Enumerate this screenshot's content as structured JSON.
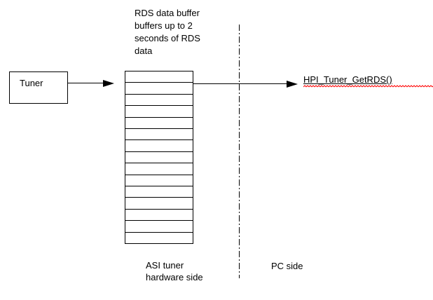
{
  "diagram": {
    "buffer_note": "RDS data buffer\nbuffers up to 2\nseconds of RDS\ndata",
    "tuner": {
      "label": "Tuner"
    },
    "buffer": {
      "rows": 15
    },
    "api_call": {
      "label": "HPI_Tuner_GetRDS()"
    },
    "labels": {
      "hardware_side": "ASI tuner\nhardware side",
      "pc_side": "PC side"
    },
    "colors": {
      "line": "#000000",
      "text": "#000000",
      "spellcheck_squiggle": "#ff0000",
      "background": "#ffffff"
    }
  }
}
